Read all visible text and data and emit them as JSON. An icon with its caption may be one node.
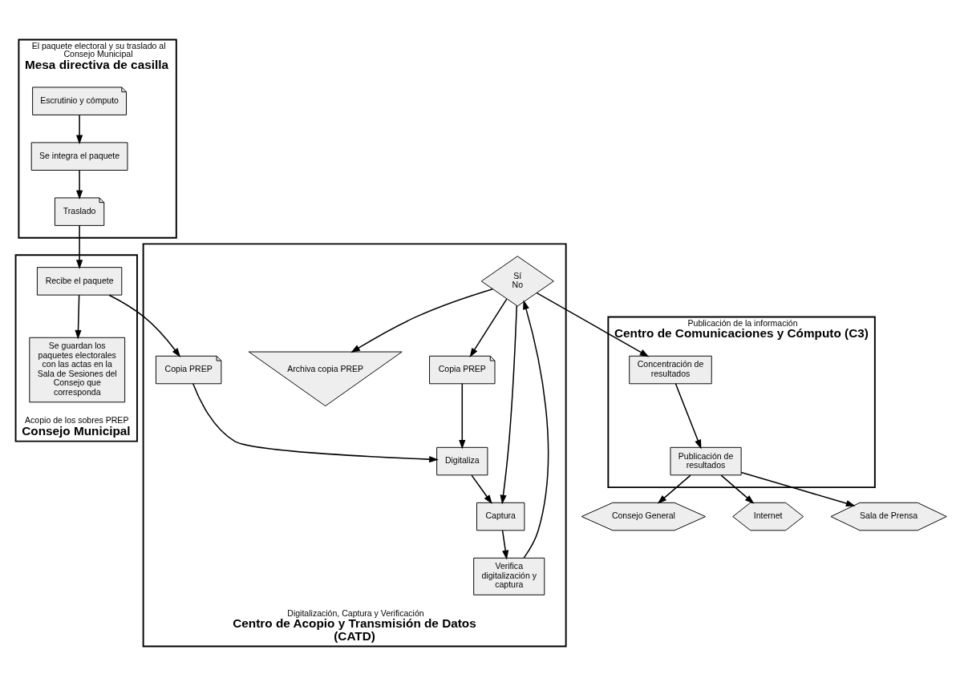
{
  "diagram": {
    "nodes": [
      {
        "text": [
          "El paquete electoral y su traslado al Consejo Municipal",
          "Mesa directiva de casilla"
        ]
      },
      {
        "text": [
          "Escrutinio y cómputo"
        ],
        "in": 0
      },
      {
        "text": [
          "Se integra el paquete"
        ],
        "in": 0
      },
      {
        "text": [
          "Traslado"
        ],
        "in": 0
      },
      {
        "text": [
          "Acopio de los sobres PREP",
          "Consejo Municipal"
        ]
      },
      {
        "text": [
          "Se guardan los paquetes electorales con las actas en la Sala de Sesiones del Consejo que corresponda"
        ],
        "in": 4
      },
      {
        "text": [
          "Recibe el paquete"
        ],
        "in": 4
      },
      {
        "text": [
          "Publicación de la información",
          "Centro de Comunicaciones y Cómputo (C3)"
        ]
      },
      {
        "text": [
          "Concentración de resultados"
        ],
        "in": 7
      },
      {
        "text": [
          "Publicación de resultados"
        ],
        "in": 7
      },
      {
        "text": [
          "Consejo General"
        ]
      },
      {
        "text": [
          "Internet"
        ]
      },
      {
        "text": [
          "Sala de Prensa"
        ]
      },
      {
        "text": [
          "Digitalización, Captura y Verificación",
          "Centro de Acopio y Transmisión de Datos (CATD)"
        ]
      },
      {
        "text": [
          "Archiva copia PREP"
        ],
        "in": 13
      },
      {
        "text": [
          "Sí",
          "No"
        ],
        "in": 13
      },
      {
        "text": [
          "Verifica digitalización y captura"
        ],
        "in": 13
      },
      {
        "text": [
          "Copia PREP"
        ],
        "in": 13
      },
      {
        "text": [
          "Copia PREP"
        ],
        "in": 13
      },
      {
        "text": [
          "Digitaliza"
        ],
        "in": 13
      },
      {
        "text": [
          "Captura"
        ],
        "in": 13
      }
    ],
    "edges": [
      {
        "from": 1,
        "to": 2,
        "arrow": "to"
      },
      {
        "from": 2,
        "to": 3,
        "arrow": "to"
      },
      {
        "from": 3,
        "to": 6,
        "arrow": "to"
      },
      {
        "from": 6,
        "to": 5,
        "arrow": "to"
      },
      {
        "from": 6,
        "to": 18,
        "arrow": "to"
      },
      {
        "from": 8,
        "to": 9,
        "arrow": "to"
      },
      {
        "from": 9,
        "to": 10,
        "arrow": "to"
      },
      {
        "from": 9,
        "to": 11,
        "arrow": "to"
      },
      {
        "from": 9,
        "to": 12,
        "arrow": "to"
      },
      {
        "from": 15,
        "to": 8,
        "arrow": "to"
      },
      {
        "from": 15,
        "to": 14,
        "arrow": "to"
      },
      {
        "from": 16,
        "to": 15,
        "arrow": "to"
      },
      {
        "from": 15,
        "to": 17,
        "arrow": "to"
      },
      {
        "from": 15,
        "to": 20,
        "arrow": "to"
      },
      {
        "from": 17,
        "to": 19,
        "arrow": "to"
      },
      {
        "from": 18,
        "to": 19,
        "arrow": "to"
      },
      {
        "from": 19,
        "to": 20,
        "arrow": "to"
      },
      {
        "from": 20,
        "to": 16,
        "arrow": "to"
      }
    ]
  }
}
